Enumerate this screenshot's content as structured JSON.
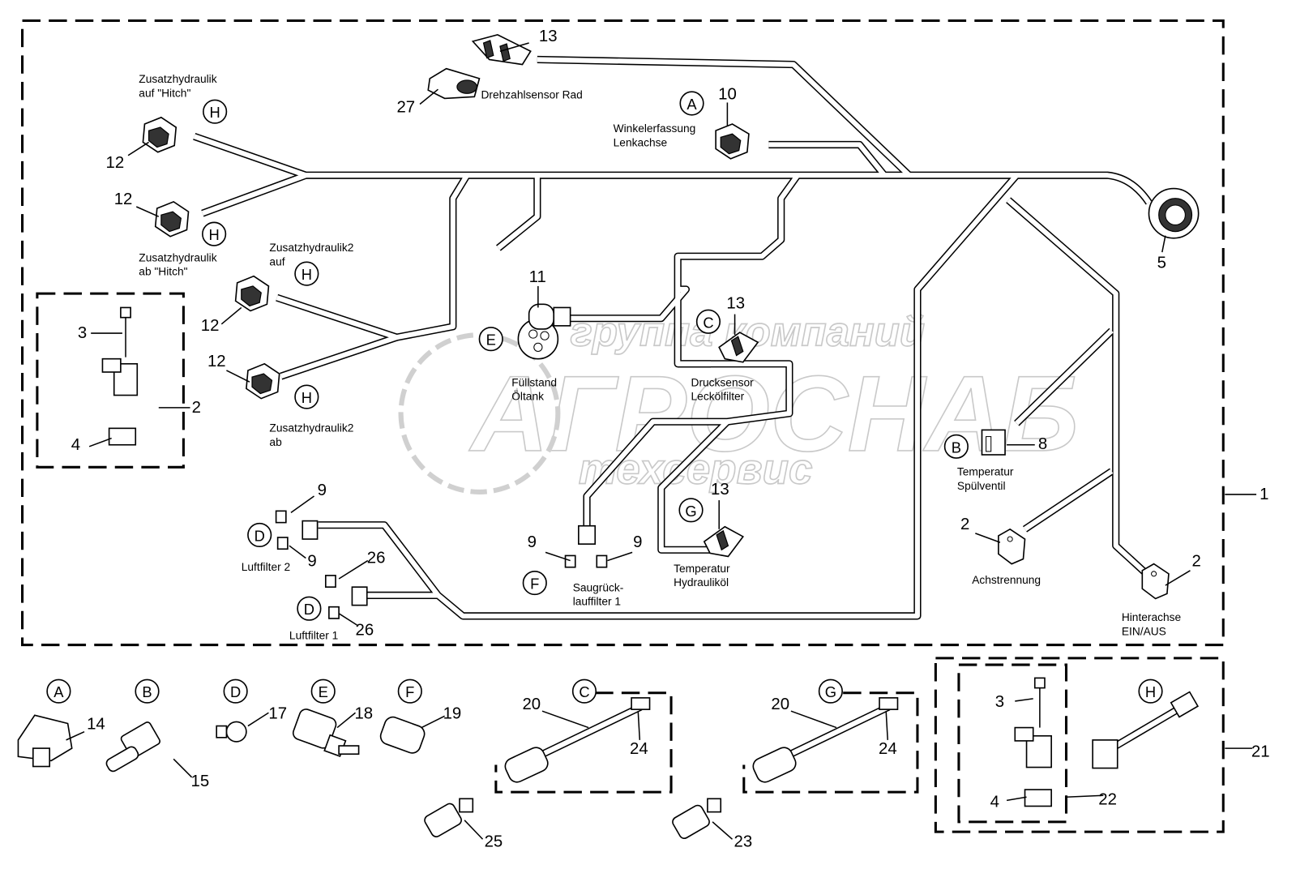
{
  "watermark": {
    "line1": "группа компаний",
    "line2": "АГРОСНАБ",
    "line3": "техсервис"
  },
  "labels": {
    "zh_auf_hitch_1": "Zusatzhydraulik",
    "zh_auf_hitch_2": "auf \"Hitch\"",
    "drehzahl": "Drehzahlsensor Rad",
    "winkel_1": "Winkelerfassung",
    "winkel_2": "Lenkachse",
    "zh_ab_hitch_1": "Zusatzhydraulik",
    "zh_ab_hitch_2": "ab \"Hitch\"",
    "zh2_auf_1": "Zusatzhydraulik2",
    "zh2_auf_2": "auf",
    "fuell_1": "Füllstand",
    "fuell_2": "Öltank",
    "druck_1": "Drucksensor",
    "druck_2": "Leckölfilter",
    "zh2_ab_1": "Zusatzhydraulik2",
    "zh2_ab_2": "ab",
    "temp_spuel_1": "Temperatur",
    "temp_spuel_2": "Spülventil",
    "luft2": "Luftfilter 2",
    "achs": "Achstrennung",
    "temp_hyd_1": "Temperatur",
    "temp_hyd_2": "Hydrauliköl",
    "saug_1": "Saugrück-",
    "saug_2": "lauffilter 1",
    "hinter_1": "Hinterachse",
    "hinter_2": "EIN/AUS",
    "luft1": "Luftfilter 1"
  },
  "callouts": [
    "13",
    "27",
    "10",
    "12",
    "12",
    "5",
    "3",
    "2",
    "4",
    "12",
    "12",
    "11",
    "13",
    "8",
    "2",
    "2",
    "1",
    "9",
    "9",
    "26",
    "26",
    "9",
    "9",
    "13",
    "14",
    "15",
    "17",
    "18",
    "19",
    "20",
    "24",
    "20",
    "24",
    "25",
    "23",
    "3",
    "4",
    "22",
    "21"
  ],
  "letters": [
    "A",
    "H",
    "H",
    "H",
    "H",
    "E",
    "C",
    "B",
    "D",
    "D",
    "G",
    "F",
    "A",
    "B",
    "D",
    "E",
    "F",
    "C",
    "G",
    "H"
  ]
}
